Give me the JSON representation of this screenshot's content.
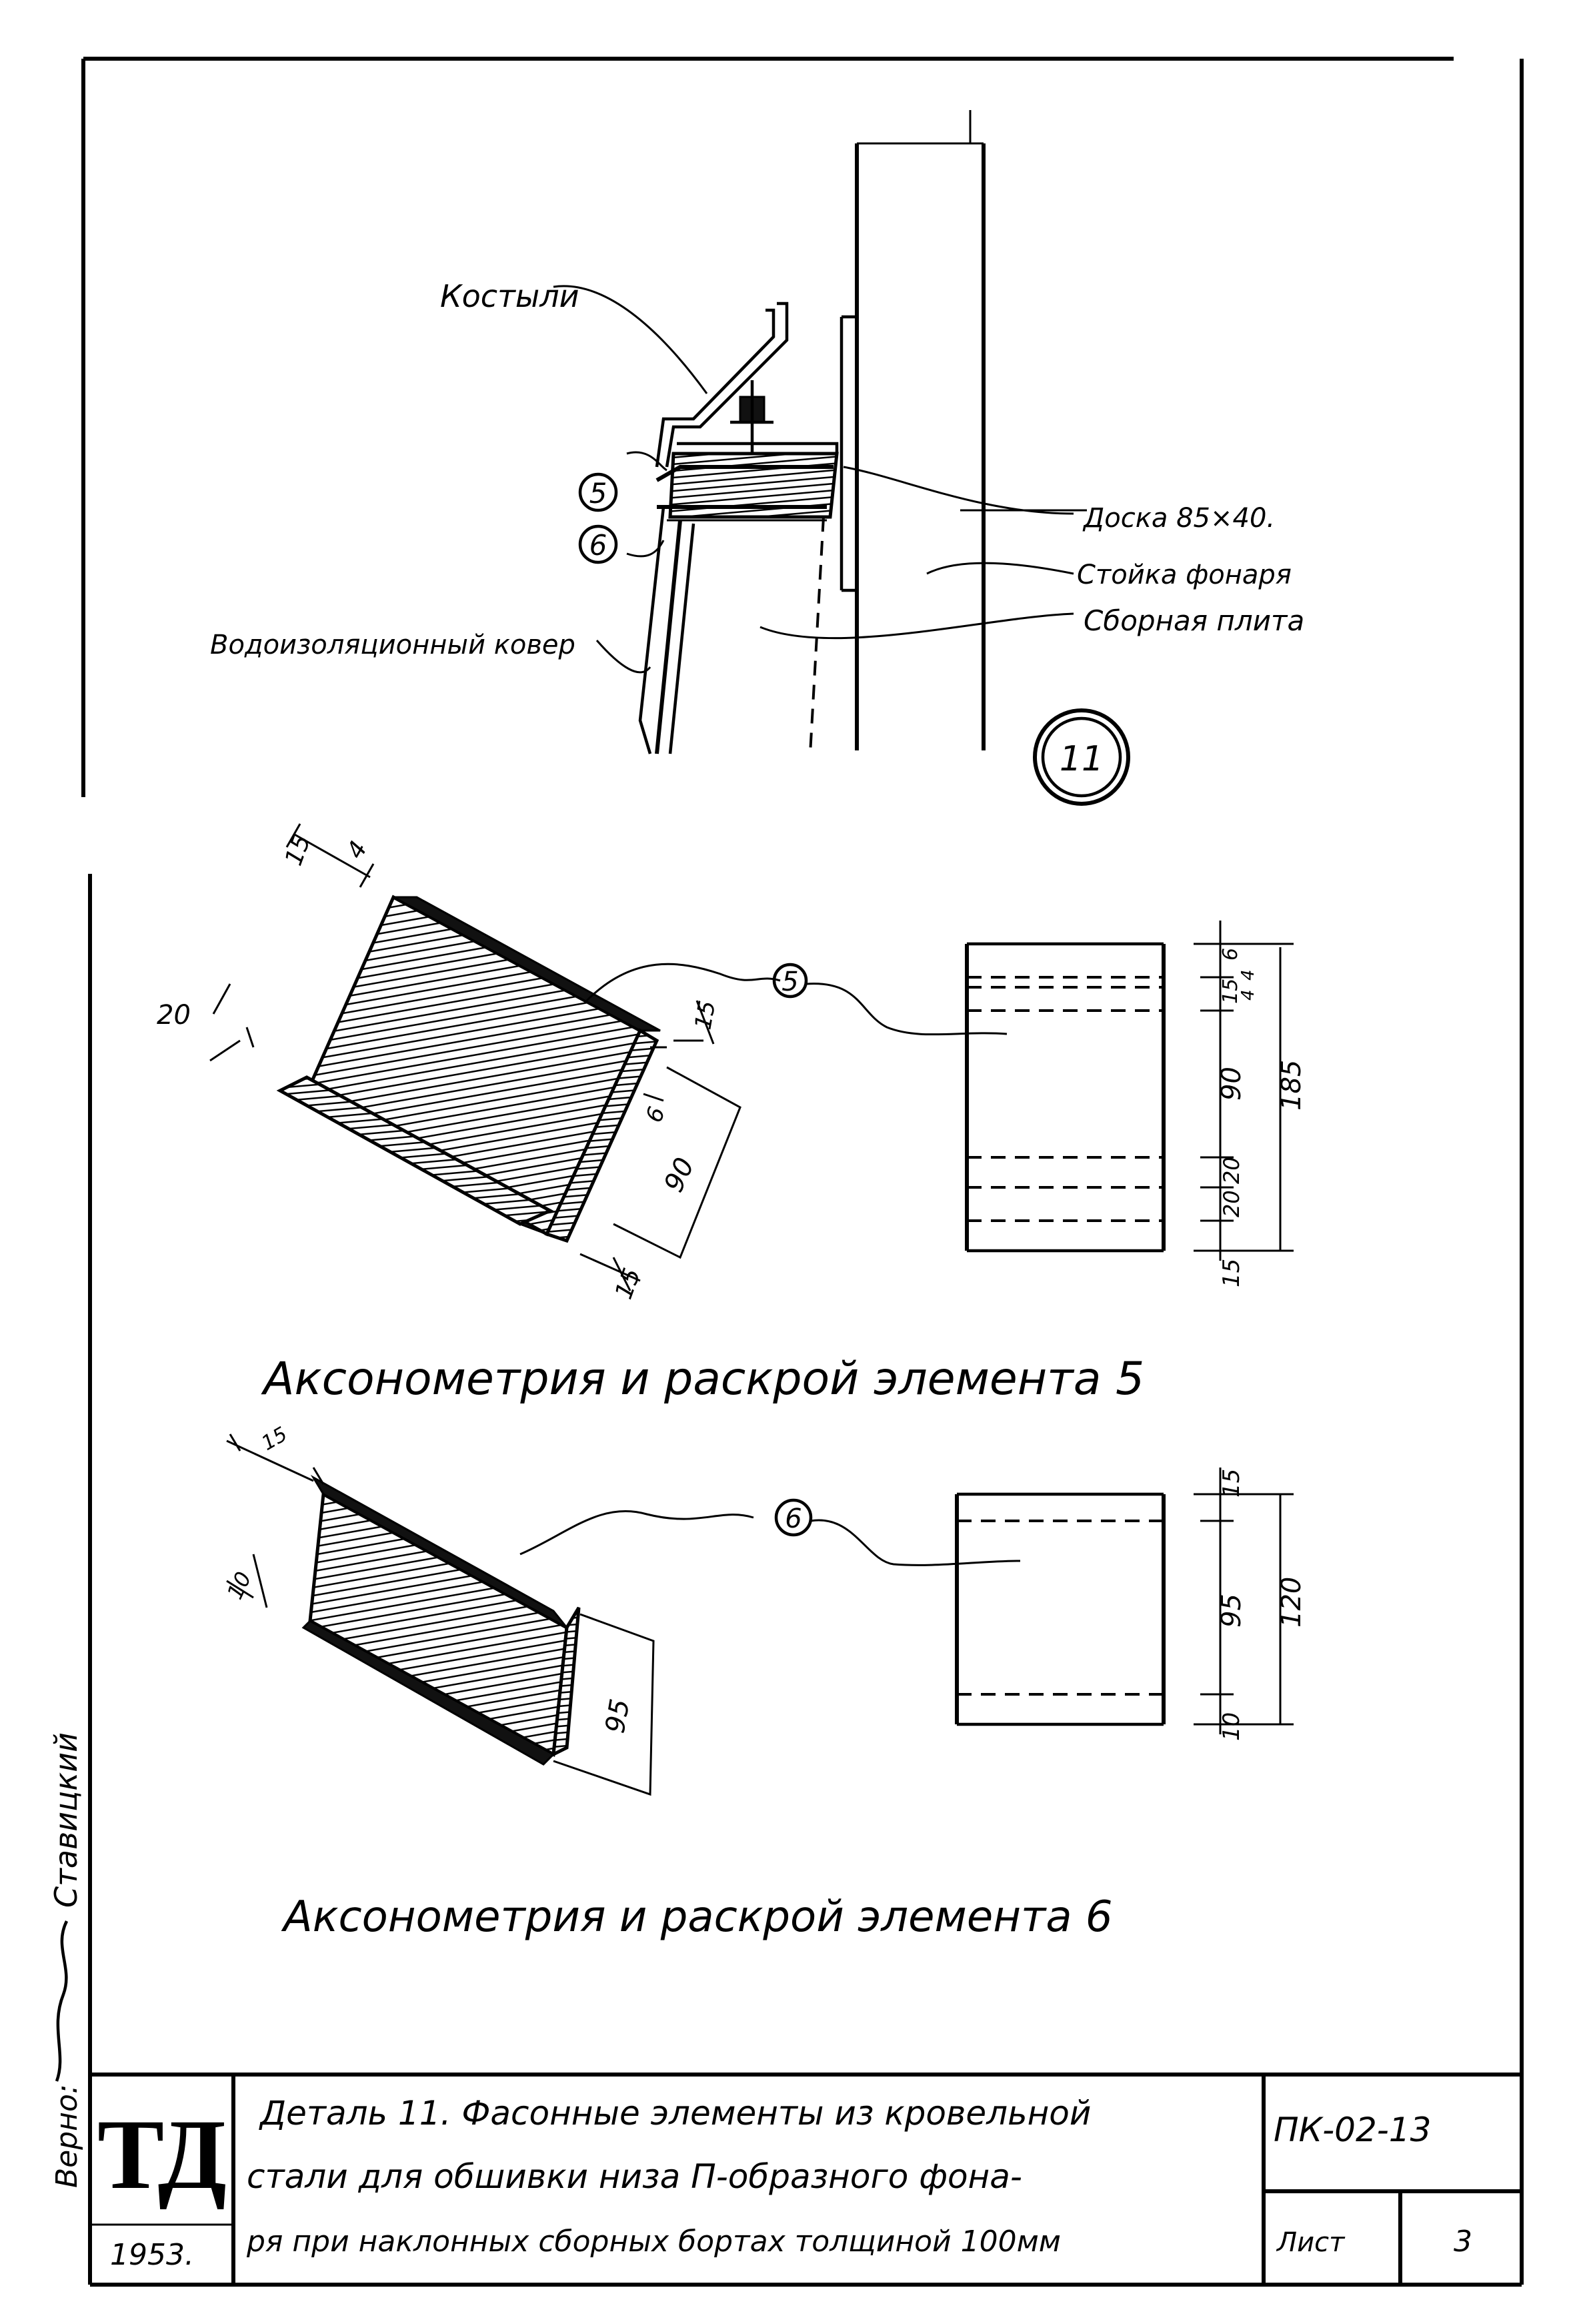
{
  "labels": {
    "kostyli": "Костыли",
    "doska": "Доска 85×40.",
    "stoika": "Стойка фонаря",
    "plita": "Сборная плита",
    "kover": "Водоизоляционный ковер",
    "detail_no": "11",
    "elem5_callout": "5",
    "elem6_callout": "6",
    "elem5_small": "5",
    "elem6_small": "6"
  },
  "captions": {
    "element5": "Аксонометрия и раскрой элемента 5",
    "element6": "Аксонометрия и раскрой элемента 6"
  },
  "dimensions": {
    "e5_axo": {
      "d15a": "15",
      "d4": "4",
      "d20": "20",
      "d15b": "15",
      "d6": "6",
      "d90": "90",
      "d15c": "15"
    },
    "e5_cut": {
      "d6": "6",
      "d15": "15",
      "d4a": "4",
      "d4b": "4",
      "d90": "90",
      "d20a": "20",
      "d20b": "20",
      "d15b": "15",
      "d185": "185"
    },
    "e6_axo": {
      "d15": "15",
      "d10": "10",
      "d95": "95"
    },
    "e6_cut": {
      "d15": "15",
      "d95": "95",
      "d10": "10",
      "d120": "120"
    }
  },
  "side": {
    "verno": "Верно:",
    "name": "Ставицкий"
  },
  "title_block": {
    "logo": "ТД",
    "year": "1953.",
    "title_line1": "Деталь 11. Фасонные элементы из кровельной",
    "title_line2": "стали для обшивки низа П-образного фона-",
    "title_line3": "ря при наклонных сборных бортах толщиной 100мм",
    "code": "ПК-02-13",
    "sheet_label": "Лист",
    "sheet_no": "3"
  }
}
